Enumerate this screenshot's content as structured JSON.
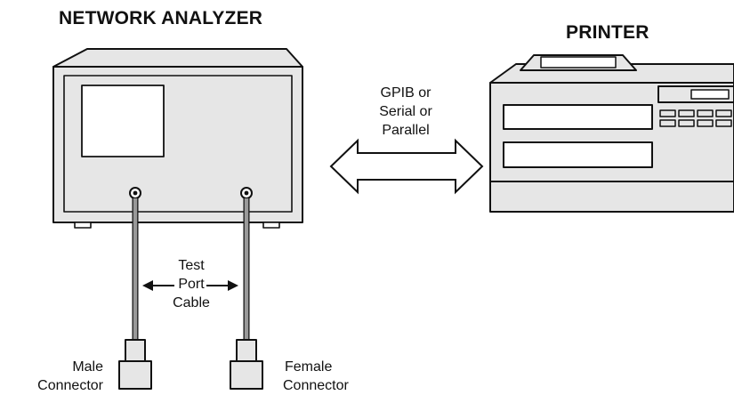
{
  "titles": {
    "network_analyzer": "NETWORK ANALYZER",
    "printer": "PRINTER"
  },
  "interface_label": [
    "GPIB or",
    "Serial or",
    "Parallel"
  ],
  "cable_label": [
    "Test",
    "Port",
    "Cable"
  ],
  "male_connector_label": [
    "Male",
    "Connector"
  ],
  "female_connector_label": [
    "Female",
    "Connector"
  ],
  "colors": {
    "device_fill": "#e6e6e6",
    "cable": "#999999",
    "outline": "#111111"
  },
  "icons": {
    "analyzer": "network-analyzer-icon",
    "printer": "printer-icon",
    "link": "double-arrow-icon"
  }
}
